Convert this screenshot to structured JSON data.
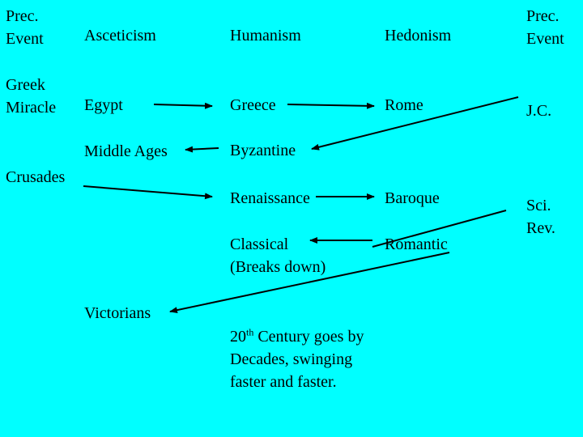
{
  "labels": {
    "prec_event_left": "Prec.\nEvent",
    "prec_event_right": "Prec.\nEvent",
    "greek_miracle": "Greek\nMiracle",
    "crusades": "Crusades",
    "asceticism": "Asceticism",
    "humanism": "Humanism",
    "hedonism": "Hedonism",
    "egypt": "Egypt",
    "greece": "Greece",
    "rome": "Rome",
    "jc": "J.C.",
    "middle_ages": "Middle Ages",
    "byzantine": "Byzantine",
    "renaissance": "Renaissance",
    "baroque": "Baroque",
    "sci_rev": "Sci.\nRev.",
    "classical": "Classical\n(Breaks down)",
    "romantic": "Romantic",
    "victorians": "Victorians",
    "twentieth_num": "20",
    "twentieth_sup": "th",
    "twentieth_rest": " Century goes by",
    "twentieth_line2": "Decades, swinging",
    "twentieth_line3": "faster and faster."
  },
  "colors": {
    "background": "#00ffff",
    "ink": "#000000"
  }
}
